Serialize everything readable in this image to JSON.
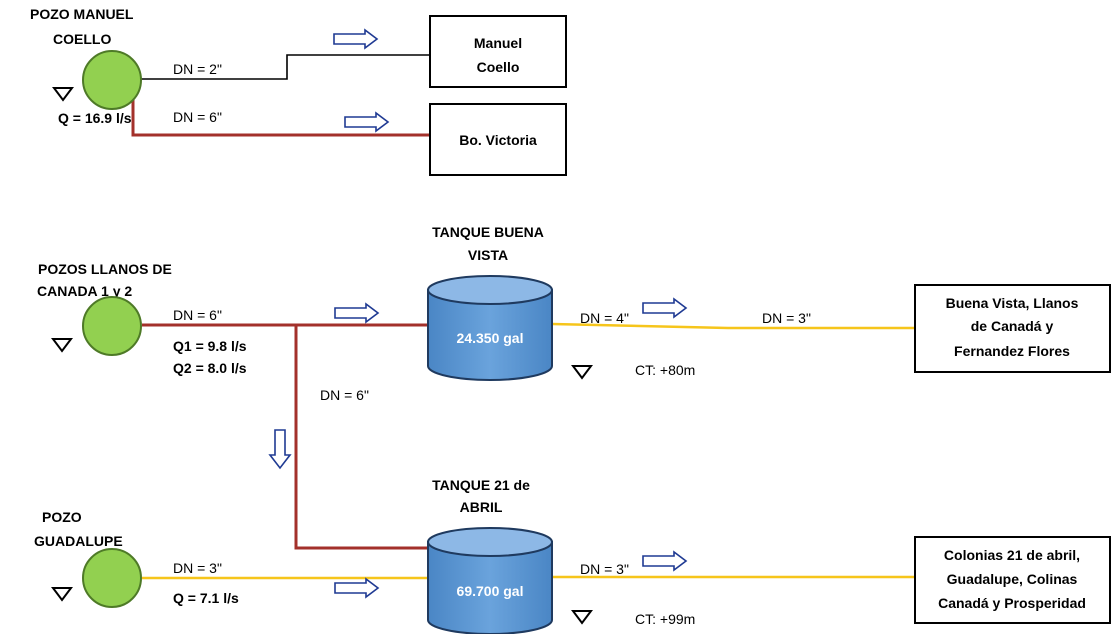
{
  "wells": {
    "manuel_coello": {
      "title_line1": "POZO MANUEL",
      "title_line2": "COELLO",
      "flow": "Q = 16.9 l/s"
    },
    "llanos": {
      "title_line1": "POZOS LLANOS DE",
      "title_line2": "CANADA 1 y 2",
      "flow1": "Q1 = 9.8 l/s",
      "flow2": "Q2 = 8.0 l/s"
    },
    "guadalupe": {
      "title_line1": "POZO",
      "title_line2": "GUADALUPE",
      "flow": "Q = 7.1 l/s"
    }
  },
  "pipes": {
    "mc_to_manuel": "DN = 2\"",
    "mc_to_victoria": "DN = 6\"",
    "llanos_to_buena": "DN = 6\"",
    "llanos_down": "DN = 6\"",
    "buena_out_1": "DN = 4\"",
    "buena_out_2": "DN = 3\"",
    "guadalupe_to_21": "DN = 3\"",
    "t21_out": "DN = 3\""
  },
  "destinations": {
    "manuel_coello": {
      "line1": "Manuel",
      "line2": "Coello"
    },
    "victoria": {
      "line1": "Bo. Victoria"
    },
    "buena_vista": {
      "line1": "Buena Vista, Llanos",
      "line2": "de Canadá  y",
      "line3": "Fernandez Flores"
    },
    "colonias": {
      "line1": "Colonias 21 de abril,",
      "line2": "Guadalupe,  Colinas",
      "line3": "Canadá y Prosperidad"
    }
  },
  "tanks": {
    "buena_vista": {
      "title_line1": "TANQUE BUENA",
      "title_line2": "VISTA",
      "volume": "24.350 gal",
      "ct": "CT: +80m"
    },
    "t21_abril": {
      "title_line1": "TANQUE 21 de",
      "title_line2": "ABRIL",
      "volume": "69.700 gal",
      "ct": "CT: +99m"
    }
  },
  "colors": {
    "well": "#92d050",
    "tank": "#5b9bd5",
    "red_pipe": "#a3312b",
    "yellow_pipe": "#f6c51b",
    "arrow": "#1f3a93"
  }
}
